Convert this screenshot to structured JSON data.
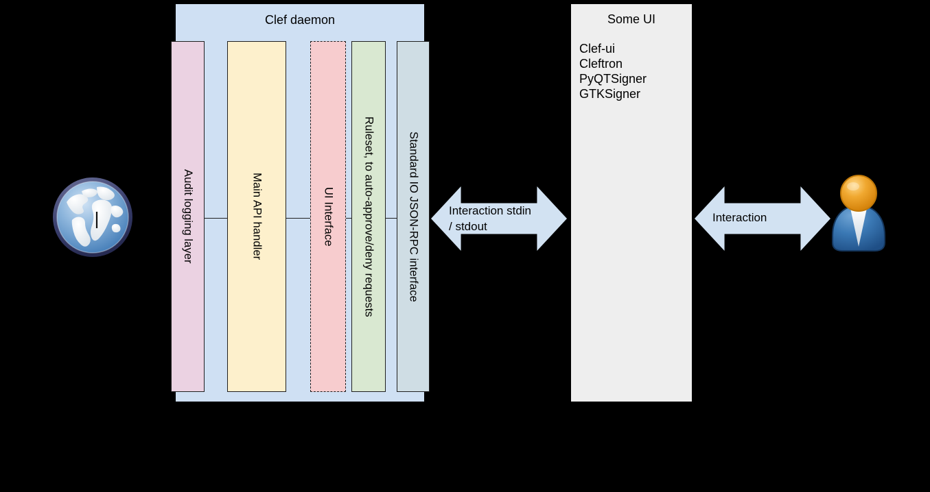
{
  "daemon": {
    "title": "Clef daemon",
    "columns": [
      {
        "id": "audit",
        "label": "Audit logging layer",
        "color": "#ebd2e2",
        "border": "solid"
      },
      {
        "id": "api",
        "label": "Main API handler",
        "color": "#fdf0cc",
        "border": "solid"
      },
      {
        "id": "ui",
        "label": "UI Interface",
        "color": "#f7ccce",
        "border": "dashed"
      },
      {
        "id": "ruleset",
        "label": "Ruleset, to auto-approve/deny requests",
        "color": "#d9e8d1",
        "border": "solid"
      },
      {
        "id": "jsonrpc",
        "label": "Standard IO JSON-RPC interface",
        "color": "#cfdde4",
        "border": "solid"
      }
    ],
    "panel_color": "#cfe0f3"
  },
  "some_ui": {
    "title": "Some UI",
    "panel_color": "#eeeeee",
    "items": [
      {
        "label": "Clef-ui"
      },
      {
        "label": "Cleftron"
      },
      {
        "label": "PyQTSigner"
      },
      {
        "label": "GTKSigner"
      }
    ]
  },
  "arrows": [
    {
      "id": "stdio",
      "label": "Interaction stdin\n/ stdout",
      "color": "#d2e2f2"
    },
    {
      "id": "interaction",
      "label": "Interaction",
      "color": "#d2e2f2"
    }
  ],
  "icons": {
    "globe": "globe-icon",
    "user": "user-icon"
  },
  "palette": {
    "background": "#000000",
    "daemon_panel": "#cfe0f3",
    "some_ui_panel": "#eeeeee",
    "arrow": "#d2e2f2",
    "stroke": "#1f1f1f",
    "globe_ocean": "#5b8fc9",
    "globe_rim": "#3a3f6e",
    "globe_land": "#f2f4f6",
    "user_head": "#e8960f",
    "user_body": "#2e6ba6"
  }
}
